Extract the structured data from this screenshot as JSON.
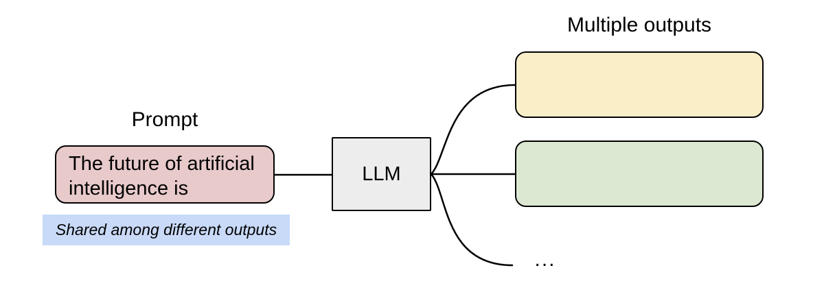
{
  "diagram": {
    "prompt": {
      "title": "Prompt",
      "box_text": "The future of artificial intelligence is",
      "note": "Shared among different outputs"
    },
    "llm": {
      "label": "LLM"
    },
    "outputs": {
      "title": "Multiple outputs",
      "ellipsis": "..."
    },
    "colors": {
      "prompt_fill": "#e8caca",
      "note_fill": "#c9daf8",
      "llm_fill": "#ededed",
      "output_top_fill": "#faeec9",
      "output_bottom_fill": "#dce8d2",
      "stroke": "#000000"
    }
  }
}
